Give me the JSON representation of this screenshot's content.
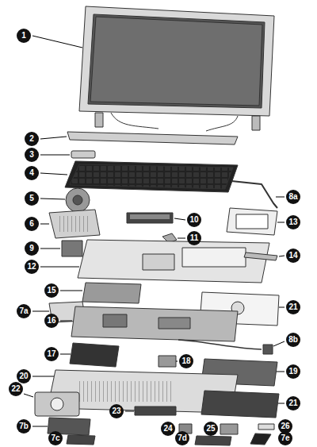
{
  "diagram": {
    "labels": [
      "1",
      "2",
      "3",
      "4",
      "5",
      "8a",
      "10",
      "6",
      "9",
      "11",
      "13",
      "12",
      "14",
      "15",
      "7a",
      "21",
      "16",
      "17",
      "18",
      "8b",
      "20",
      "19",
      "22",
      "23",
      "21",
      "7b",
      "24",
      "25",
      "26",
      "7c",
      "7d",
      "7e"
    ]
  }
}
